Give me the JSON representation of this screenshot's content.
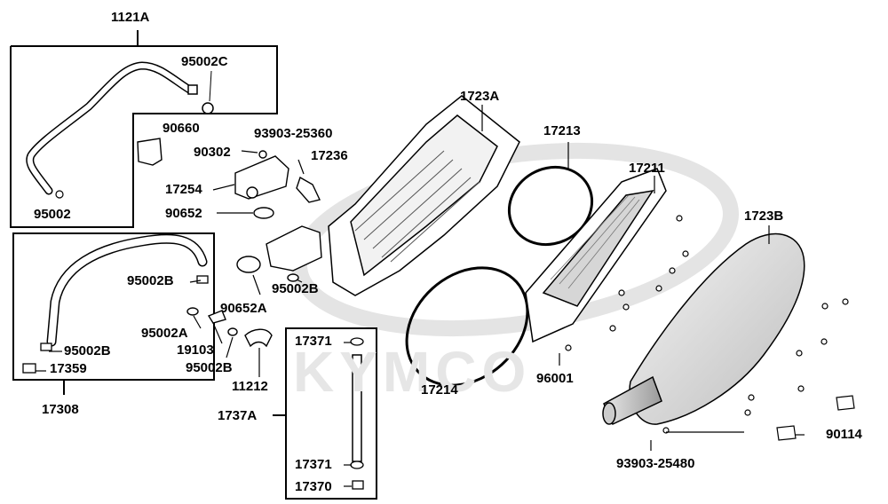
{
  "watermark": "KYMCO",
  "groups": {
    "breather_kit_upper": "1121A",
    "breather_kit_lower": "17308",
    "drain_kit": "1737A"
  },
  "labels": {
    "p95002C": "95002C",
    "p95002": "95002",
    "p90660": "90660",
    "p90302": "90302",
    "p93903_25360": "93903-25360",
    "p17236": "17236",
    "p17254": "17254",
    "p90652": "90652",
    "p1723A": "1723A",
    "p17213": "17213",
    "p17211": "17211",
    "p1723B": "1723B",
    "p95002B_a": "95002B",
    "p95002B_b": "95002B",
    "p95002B_c": "95002B",
    "p95002B_d": "95002B",
    "p17359": "17359",
    "p90652A": "90652A",
    "p95002A": "95002A",
    "p19103": "19103",
    "p11212": "11212",
    "p17371_a": "17371",
    "p17371_b": "17371",
    "p17370": "17370",
    "p17214": "17214",
    "p96001": "96001",
    "p90114": "90114",
    "p93903_25480": "93903-25480"
  }
}
